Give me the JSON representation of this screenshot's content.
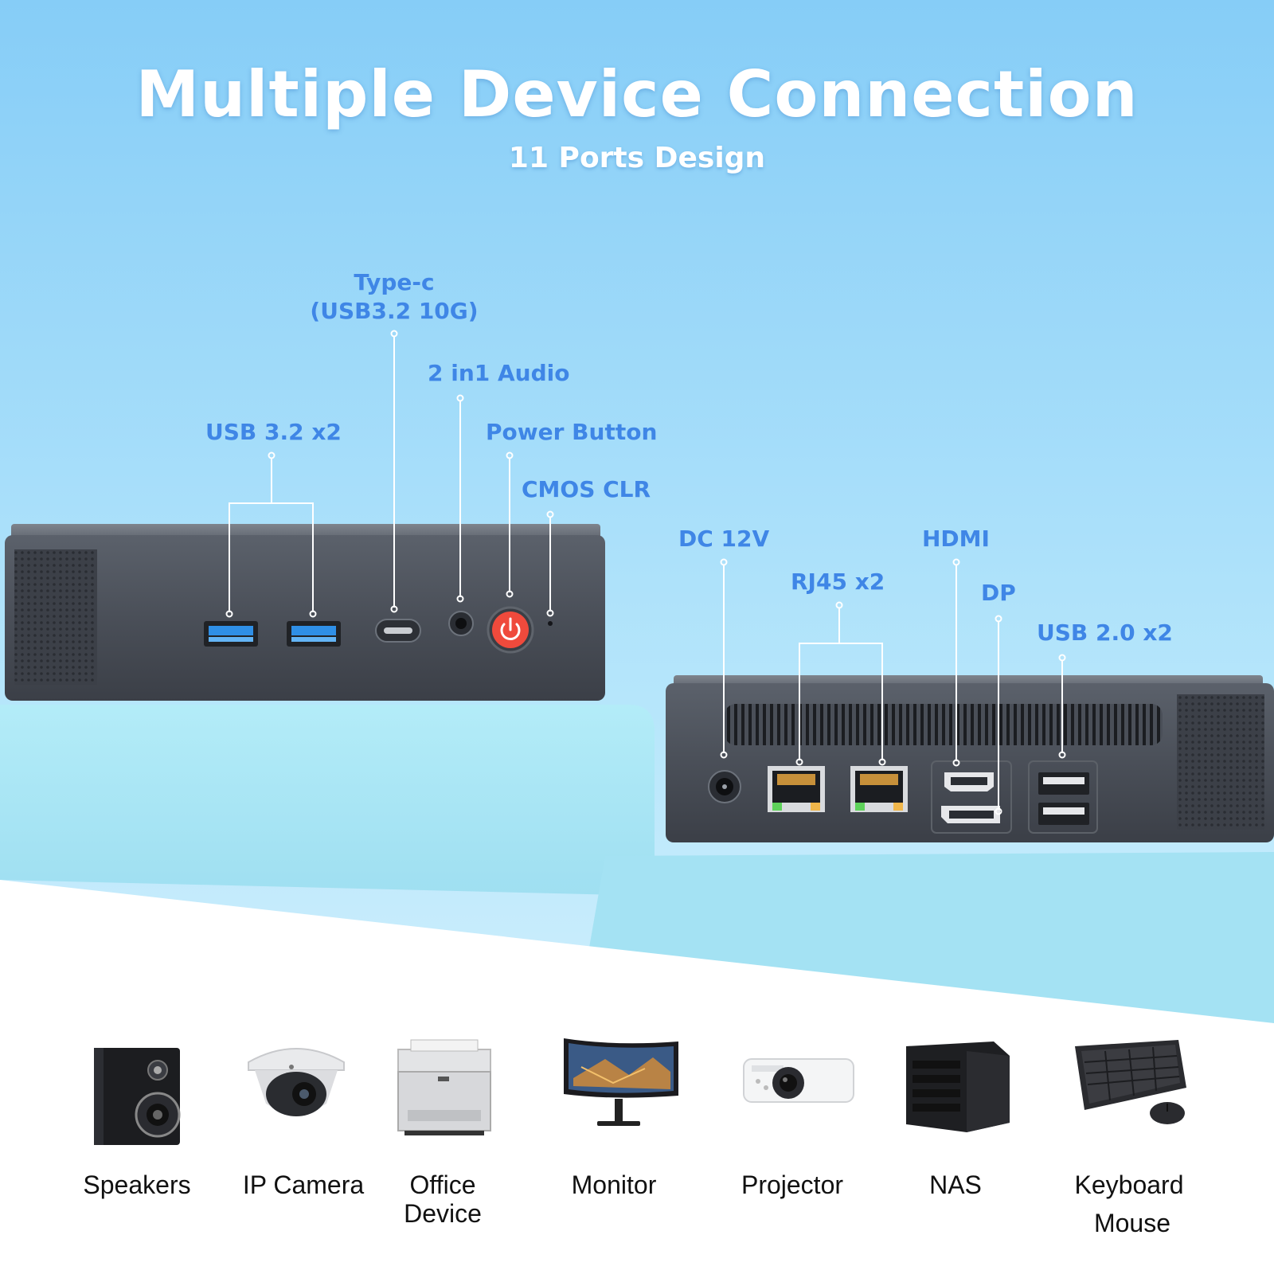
{
  "header": {
    "title": "Multiple Device Connection",
    "subtitle": "11 Ports Design"
  },
  "front_labels": {
    "usb32": "USB 3.2 x2",
    "typec_line1": "Type-c",
    "typec_line2": "(USB3.2 10G)",
    "audio": "2 in1 Audio",
    "power": "Power Button",
    "cmos": "CMOS CLR"
  },
  "rear_labels": {
    "dc": "DC 12V",
    "rj45": "RJ45 x2",
    "hdmi": "HDMI",
    "dp": "DP",
    "usb20": "USB 2.0 x2"
  },
  "devices": [
    {
      "line1": "Speakers",
      "line2": ""
    },
    {
      "line1": "IP Camera",
      "line2": ""
    },
    {
      "line1": "Office",
      "line2": "Device"
    },
    {
      "line1": "Monitor",
      "line2": ""
    },
    {
      "line1": "Projector",
      "line2": ""
    },
    {
      "line1": "NAS",
      "line2": ""
    },
    {
      "line1": "Keyboard",
      "line2": "Mouse"
    }
  ],
  "colors": {
    "label_blue": "#3f86e6",
    "sky_top": "#86cdf7",
    "pedestal": "#a8e6f5",
    "device_body": "#4a4f58",
    "power_red": "#ef4a3c"
  }
}
